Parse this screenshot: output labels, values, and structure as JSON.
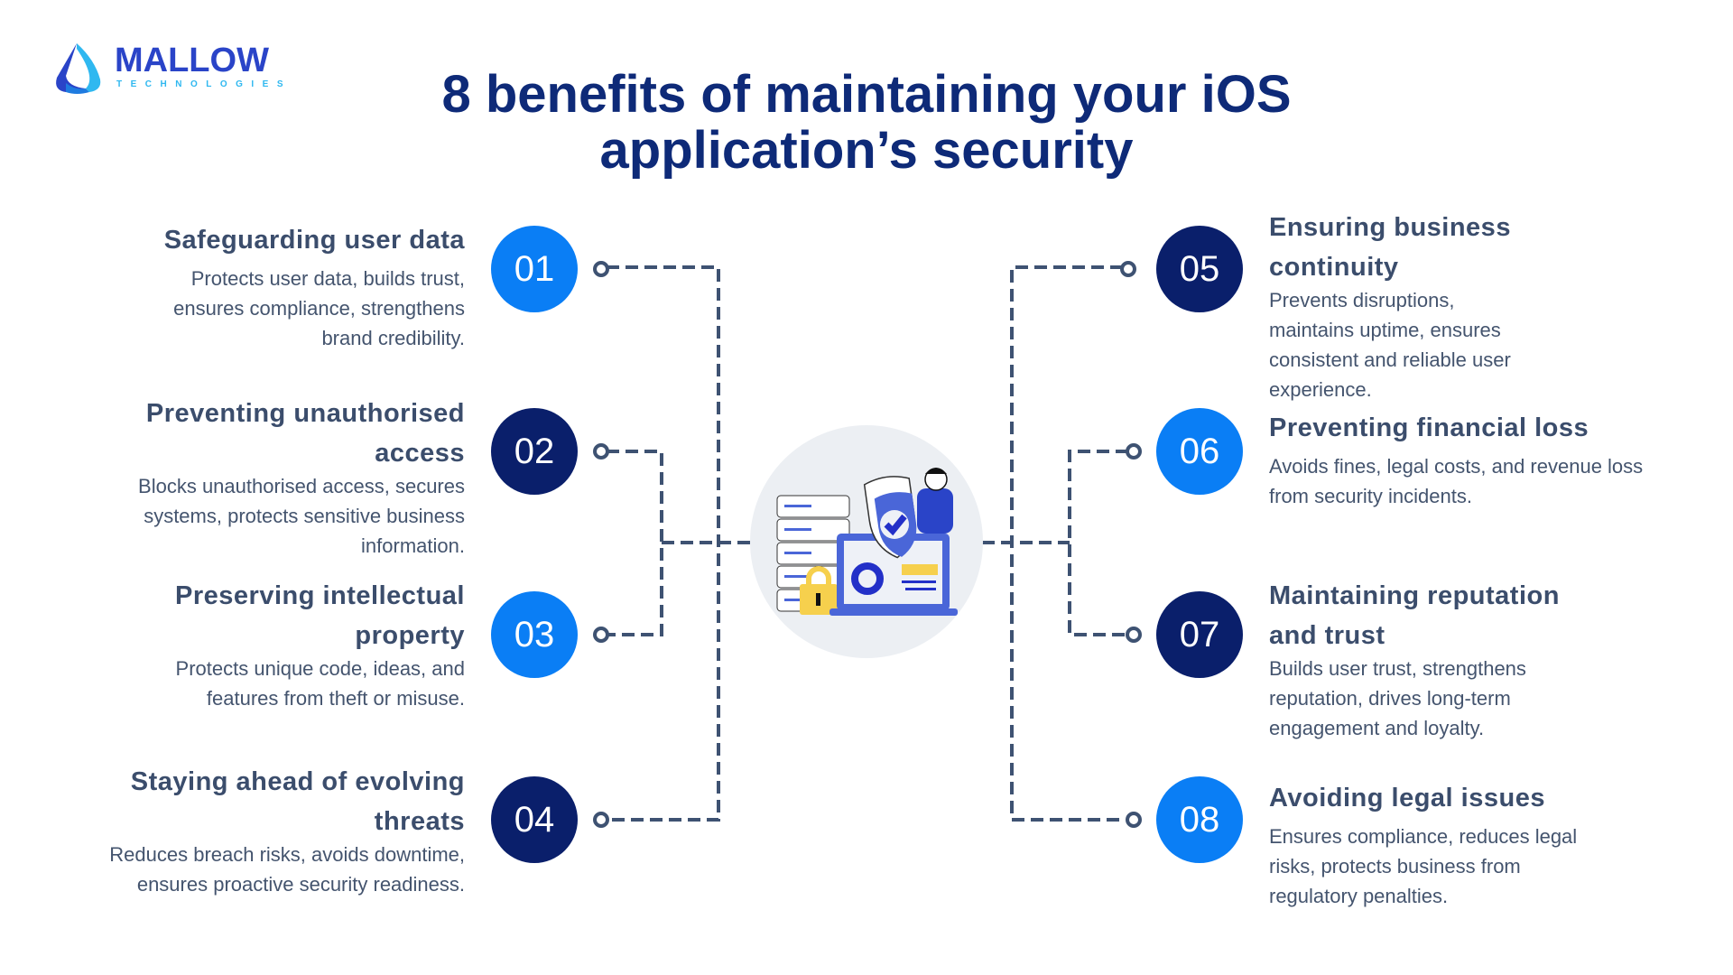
{
  "logo": {
    "name": "MALLOW",
    "subtitle": "TECHNOLOGIES"
  },
  "title": {
    "line1": "8 benefits of maintaining your iOS",
    "line2": "application’s security"
  },
  "colors": {
    "light_blue": "#0a7ef5",
    "navy": "#0a1f6b",
    "title": "#0e2a78",
    "text": "#3d4f6e",
    "connector": "#3e5272"
  },
  "benefits": [
    {
      "number": "01",
      "title": "Safeguarding user data",
      "description": "Protects user data, builds trust, ensures compliance, strengthens brand credibility."
    },
    {
      "number": "02",
      "title": "Preventing unauthorised access",
      "description": "Blocks unauthorised access, secures systems, protects sensitive business information."
    },
    {
      "number": "03",
      "title": "Preserving intellectual property",
      "description": "Protects unique code, ideas, and features from theft or misuse."
    },
    {
      "number": "04",
      "title": "Staying ahead of evolving threats",
      "description": "Reduces breach risks, avoids downtime, ensures proactive security readiness."
    },
    {
      "number": "05",
      "title": "Ensuring business continuity",
      "description": "Prevents disruptions, maintains uptime, ensures consistent and reliable user experience."
    },
    {
      "number": "06",
      "title": "Preventing financial loss",
      "description": "Avoids fines, legal costs, and revenue loss from security incidents."
    },
    {
      "number": "07",
      "title": "Maintaining reputation and trust",
      "description": "Builds user trust, strengthens reputation, drives long-term engagement and loyalty."
    },
    {
      "number": "08",
      "title": "Avoiding legal issues",
      "description": "Ensures compliance, reduces legal risks, protects business from regulatory penalties."
    }
  ]
}
